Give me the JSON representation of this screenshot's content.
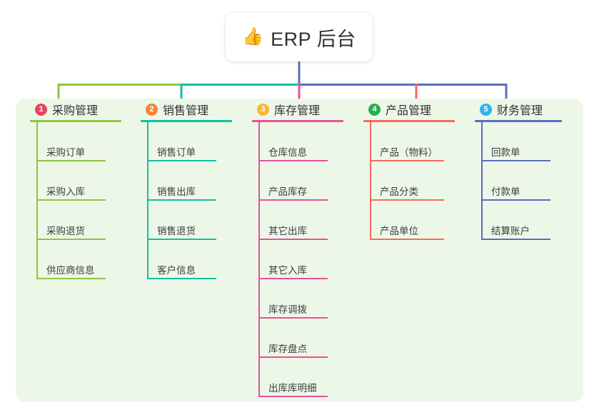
{
  "root": {
    "title": "ERP 后台",
    "icon": "thumbs-up-icon",
    "icon_glyph": "👍"
  },
  "colors": {
    "panel_background": "#edf7e8",
    "card_background": "#ffffff",
    "root_stem": "#5b6cc4",
    "text": "#2f3033"
  },
  "branches": [
    {
      "number": "1",
      "title": "采购管理",
      "badge_color": "#ec4360",
      "line_color": "#8dc63f",
      "connector_color": "#8dc63f",
      "items": [
        {
          "label": "采购订单"
        },
        {
          "label": "采购入库"
        },
        {
          "label": "采购退货"
        },
        {
          "label": "供应商信息"
        }
      ]
    },
    {
      "number": "2",
      "title": "销售管理",
      "badge_color": "#f58634",
      "line_color": "#11bfa3",
      "connector_color": "#11bfa3",
      "items": [
        {
          "label": "销售订单"
        },
        {
          "label": "销售出库"
        },
        {
          "label": "销售退货"
        },
        {
          "label": "客户信息"
        }
      ]
    },
    {
      "number": "3",
      "title": "库存管理",
      "badge_color": "#fbb731",
      "line_color": "#e8509b",
      "connector_color": "#e8509b",
      "items": [
        {
          "label": "仓库信息"
        },
        {
          "label": "产品库存"
        },
        {
          "label": "其它出库"
        },
        {
          "label": "其它入库"
        },
        {
          "label": "库存调拨"
        },
        {
          "label": "库存盘点"
        },
        {
          "label": "出库库明细"
        }
      ]
    },
    {
      "number": "4",
      "title": "产品管理",
      "badge_color": "#22b14c",
      "line_color": "#f86a5b",
      "connector_color": "#f86a5b",
      "items": [
        {
          "label": "产品（物料）"
        },
        {
          "label": "产品分类"
        },
        {
          "label": "产品单位"
        }
      ]
    },
    {
      "number": "5",
      "title": "财务管理",
      "badge_color": "#2bb6ea",
      "line_color": "#5b6cc4",
      "connector_color": "#5b6cc4",
      "items": [
        {
          "label": "回款单"
        },
        {
          "label": "付款单"
        },
        {
          "label": "结算账户"
        }
      ]
    }
  ]
}
